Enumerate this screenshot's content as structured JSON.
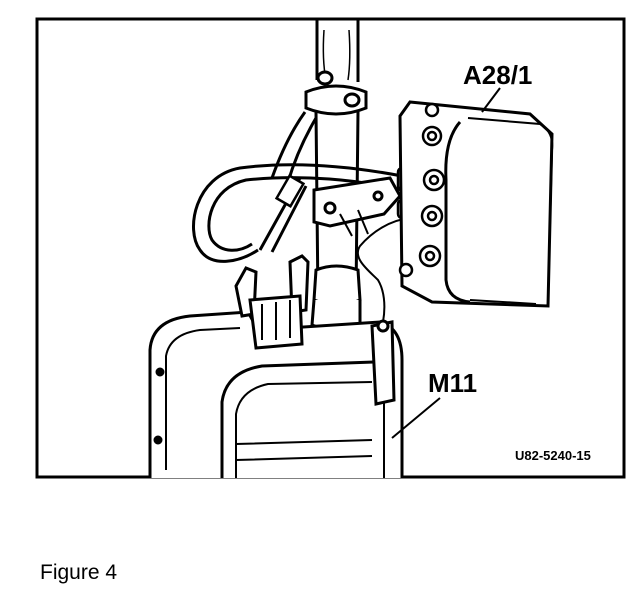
{
  "figure": {
    "labels": {
      "module": "A28/1",
      "motor": "M11",
      "reference": "U82-5240-15"
    },
    "caption": "Figure 4"
  },
  "colors": {
    "ink": "#000000",
    "paper": "#ffffff"
  }
}
